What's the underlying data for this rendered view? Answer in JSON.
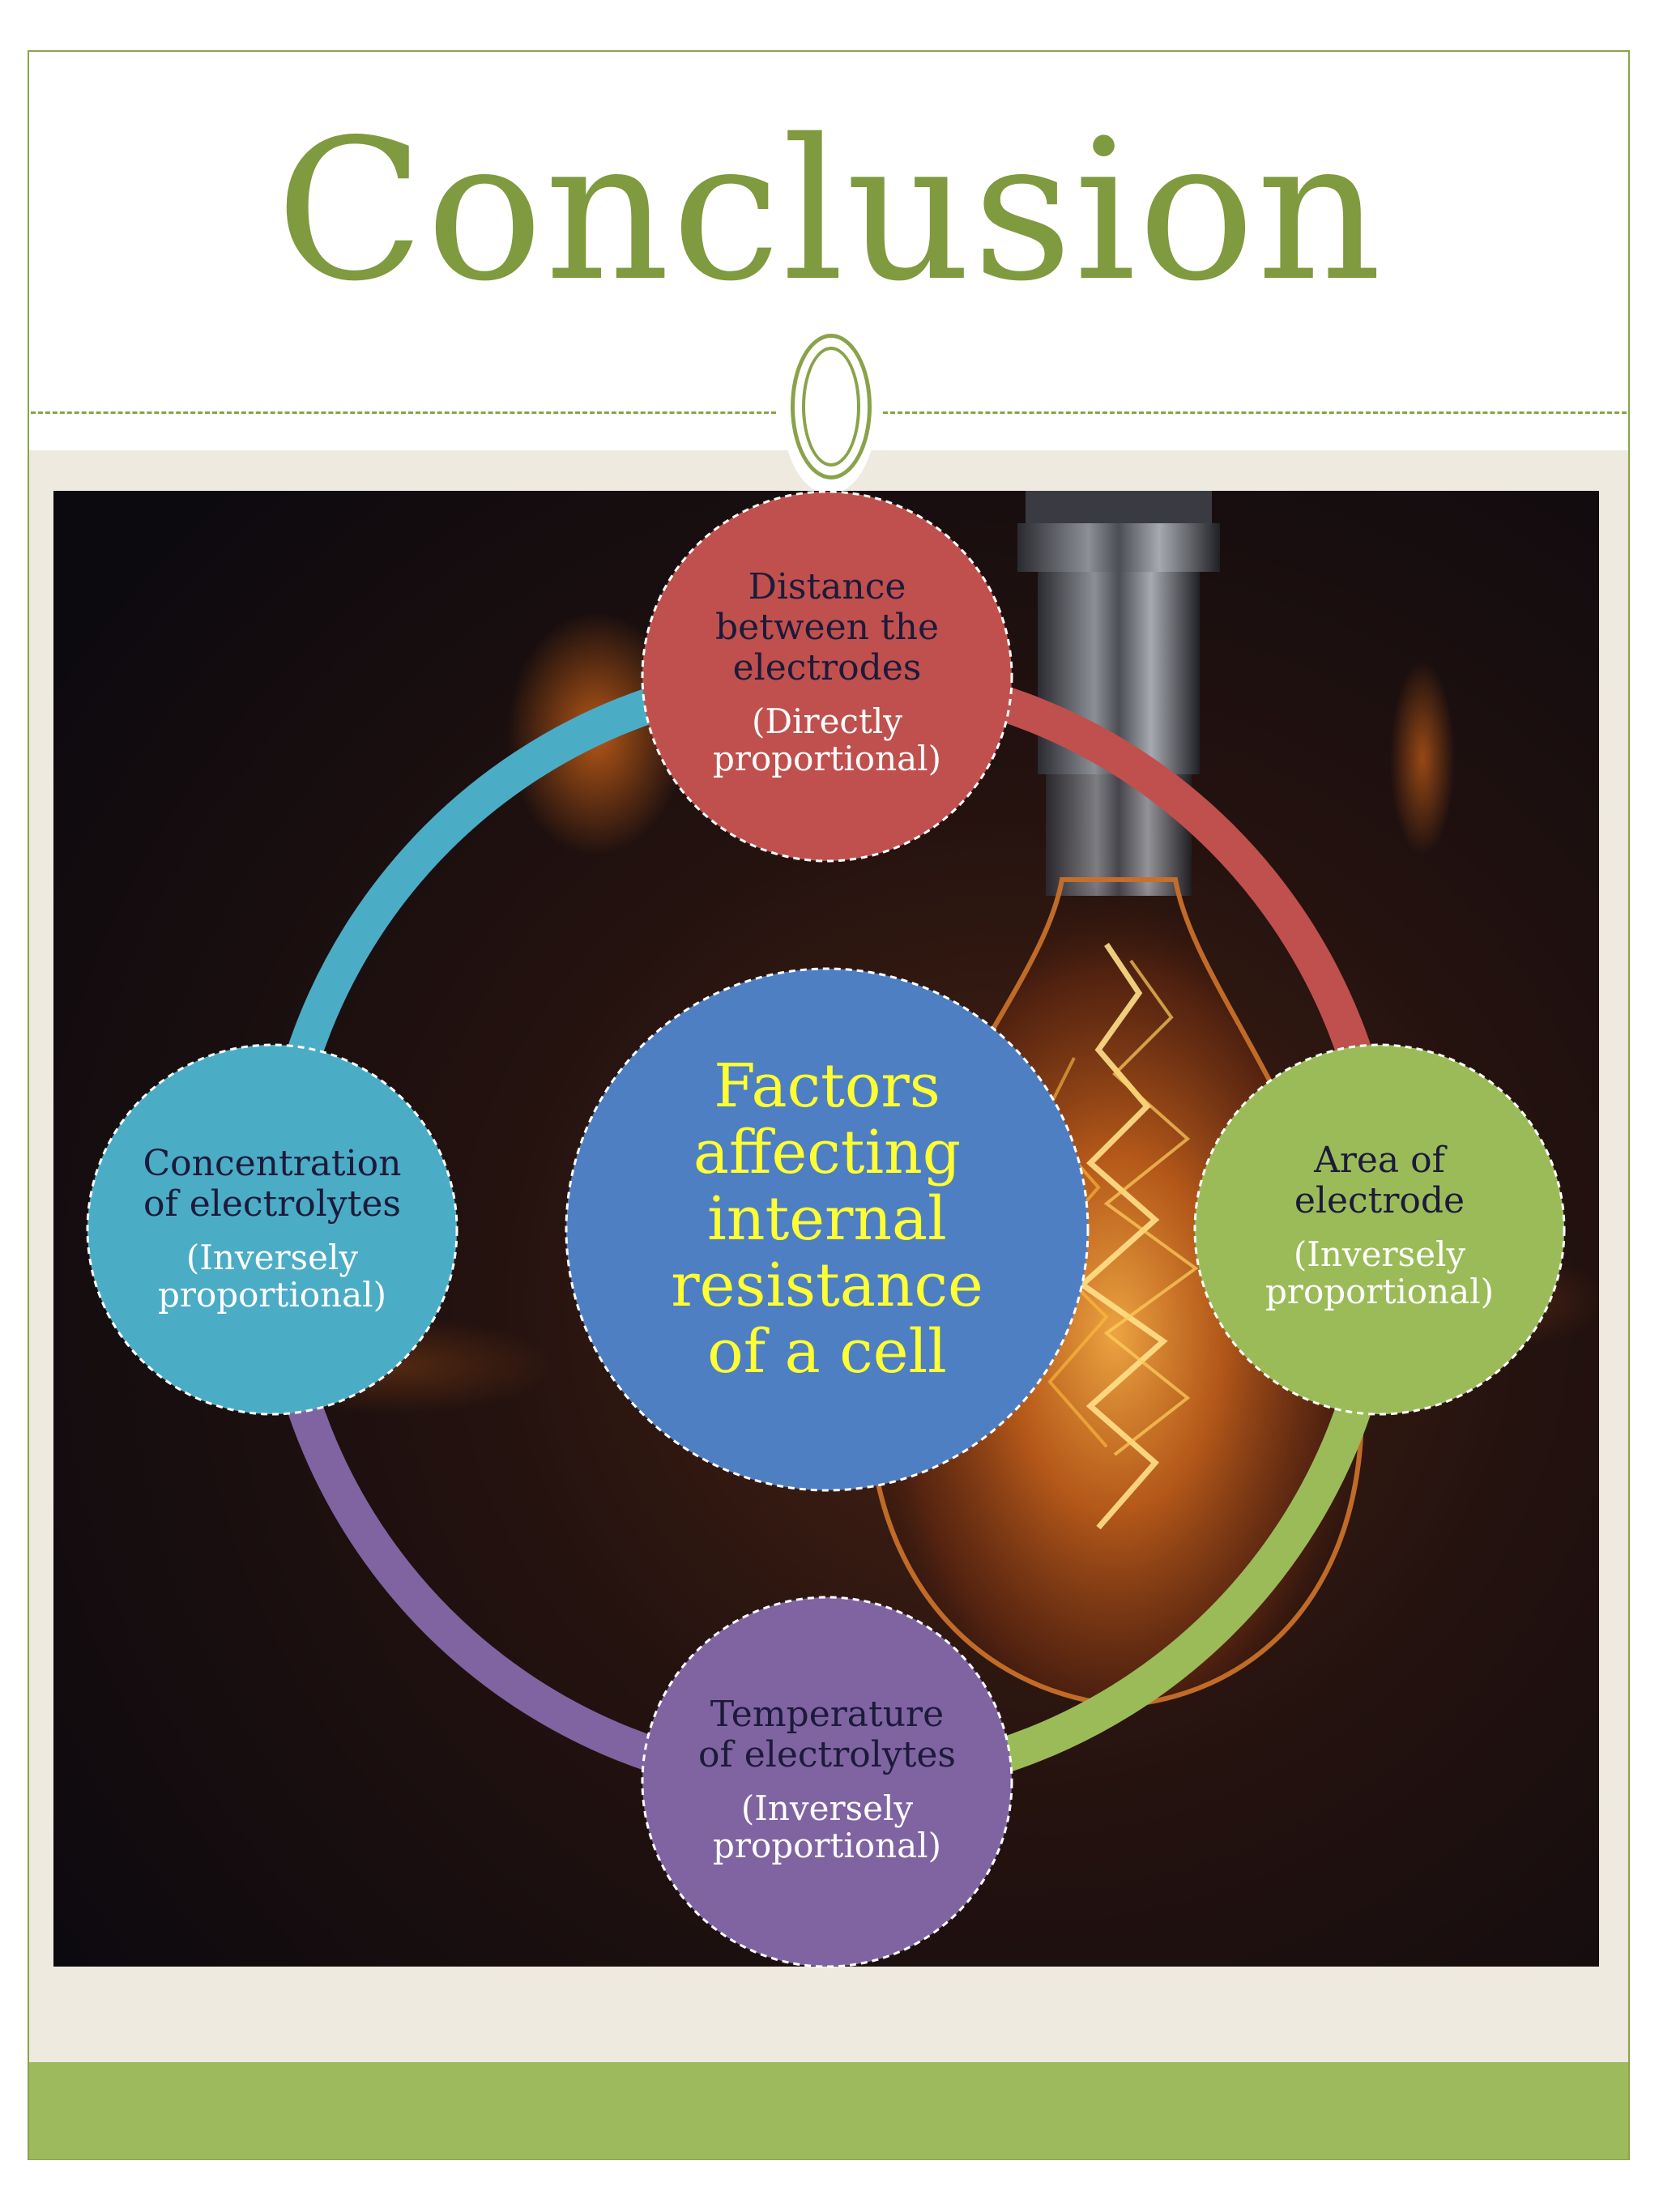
{
  "slide": {
    "title": "Conclusion"
  },
  "diagram": {
    "center": {
      "lines": [
        "Factors",
        "affecting",
        "internal",
        "resistance",
        "of a cell"
      ],
      "color": "#4e7fc3",
      "text_color": "#ffff33"
    },
    "nodes": {
      "top": {
        "label_lines": [
          "Distance",
          "between the",
          "electrodes"
        ],
        "relation_lines": [
          "(Directly",
          "proportional)"
        ],
        "color": "#c0504d"
      },
      "right": {
        "label_lines": [
          "Area of",
          "electrode"
        ],
        "relation_lines": [
          "(Inversely",
          "proportional)"
        ],
        "color": "#9bbb59"
      },
      "bottom": {
        "label_lines": [
          "Temperature",
          "of electrolytes"
        ],
        "relation_lines": [
          "(Inversely",
          "proportional)"
        ],
        "color": "#8064a2"
      },
      "left": {
        "label_lines": [
          "Concentration",
          "of electrolytes"
        ],
        "relation_lines": [
          "(Inversely",
          "proportional)"
        ],
        "color": "#4bacc6"
      }
    }
  },
  "colors": {
    "accent_green": "#8aa34a",
    "title_green": "#7f9a3f",
    "band": "#eeeae0",
    "footer": "#9dba5d"
  }
}
